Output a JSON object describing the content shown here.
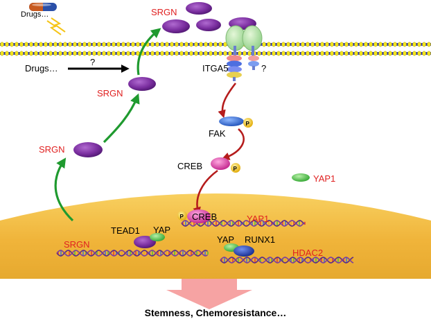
{
  "labels": {
    "drugs_top": "Drugs…",
    "drugs_left": "Drugs…",
    "question_arrow": "?",
    "question_receptor": "?",
    "srgn_top": "SRGN",
    "srgn_upper": "SRGN",
    "srgn_mid": "SRGN",
    "srgn_dna": "SRGN",
    "itga5": "ITGA5",
    "fak": "FAK",
    "creb_cyto": "CREB",
    "creb_nuc": "CREB",
    "yap1_cyto": "YAP1",
    "yap1_dna": "YAP1",
    "tead1": "TEAD1",
    "yap_tead": "YAP",
    "yap_runx": "YAP",
    "runx1": "RUNX1",
    "hdac2": "HDAC2",
    "phospho": "P",
    "outcome": "Stemness, Chemoresistance…"
  },
  "colors": {
    "srgn_red": "#e02020",
    "purple": "#7b2fa0",
    "green_arrow": "#1f9a2f",
    "red_arrow": "#b51c1c",
    "membrane_yellow": "#f3e51c",
    "membrane_blue": "#2430c8",
    "nucleus": "#f0b43a",
    "phospho": "#f5c518",
    "fak_blue": "#2f6fd8",
    "creb_pink": "#e93aa9",
    "yap_green": "#3fbf3f",
    "runx_blue": "#1d3fb0",
    "outcome_arrow": "#f6a3a3"
  }
}
